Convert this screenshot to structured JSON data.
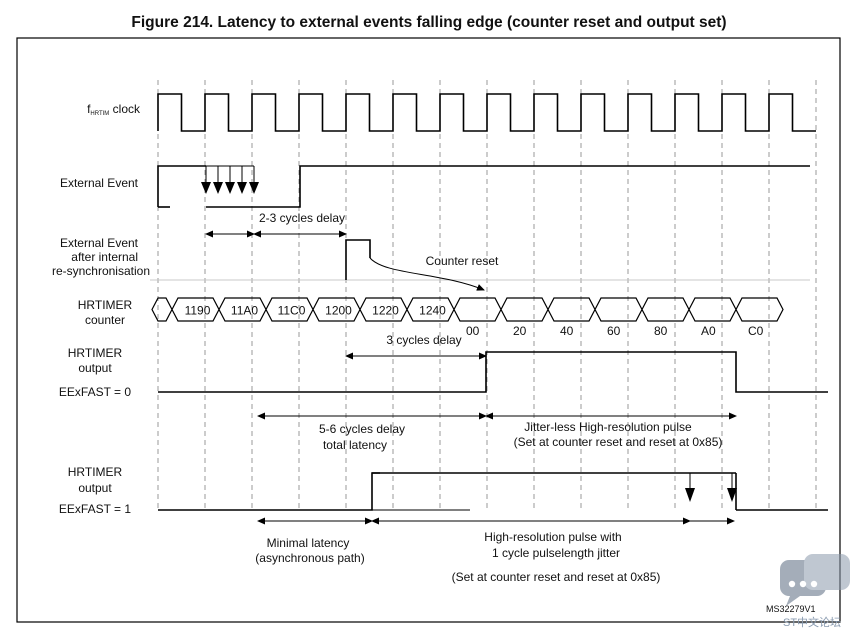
{
  "title": "Figure 214. Latency to external events falling edge (counter reset and output set)",
  "signals": {
    "clock_prefix": "f",
    "clock_sub": "HRTIM",
    "clock_suffix": " clock",
    "external_event": "External Event",
    "resync_line1": "External Event",
    "resync_line2": "after internal",
    "resync_line3": "re-synchronisation",
    "counter_line1": "HRTIMER",
    "counter_line2": "counter",
    "out0_line1": "HRTIMER",
    "out0_line2": "output",
    "out0_line3": "EExFAST = 0",
    "out1_line1": "HRTIMER",
    "out1_line2": "output",
    "out1_line3": "EExFAST = 1"
  },
  "counter_values_before": [
    "1190",
    "11A0",
    "11C0",
    "1200",
    "1220",
    "1240"
  ],
  "counter_values_after": [
    "00",
    "20",
    "40",
    "60",
    "80",
    "A0",
    "C0"
  ],
  "annotations": {
    "delay_2_3": "2-3 cycles delay",
    "counter_reset": "Counter reset",
    "delay_3": "3 cycles delay",
    "total_latency_line1": "5-6 cycles delay",
    "total_latency_line2": "total latency",
    "jitterless_line1": "Jitter-less High-resolution pulse",
    "jitterless_line2": "(Set at counter reset and reset at 0x85)",
    "minimal_line1": "Minimal latency",
    "minimal_line2": "(asynchronous path)",
    "hr_pulse_line1": "High-resolution pulse with",
    "hr_pulse_line2": "1 cycle pulselength jitter",
    "hr_pulse_line3": "(Set at counter reset and reset at 0x85)"
  },
  "figure_id": "MS32279V1",
  "watermark_text": "ST中文论坛"
}
